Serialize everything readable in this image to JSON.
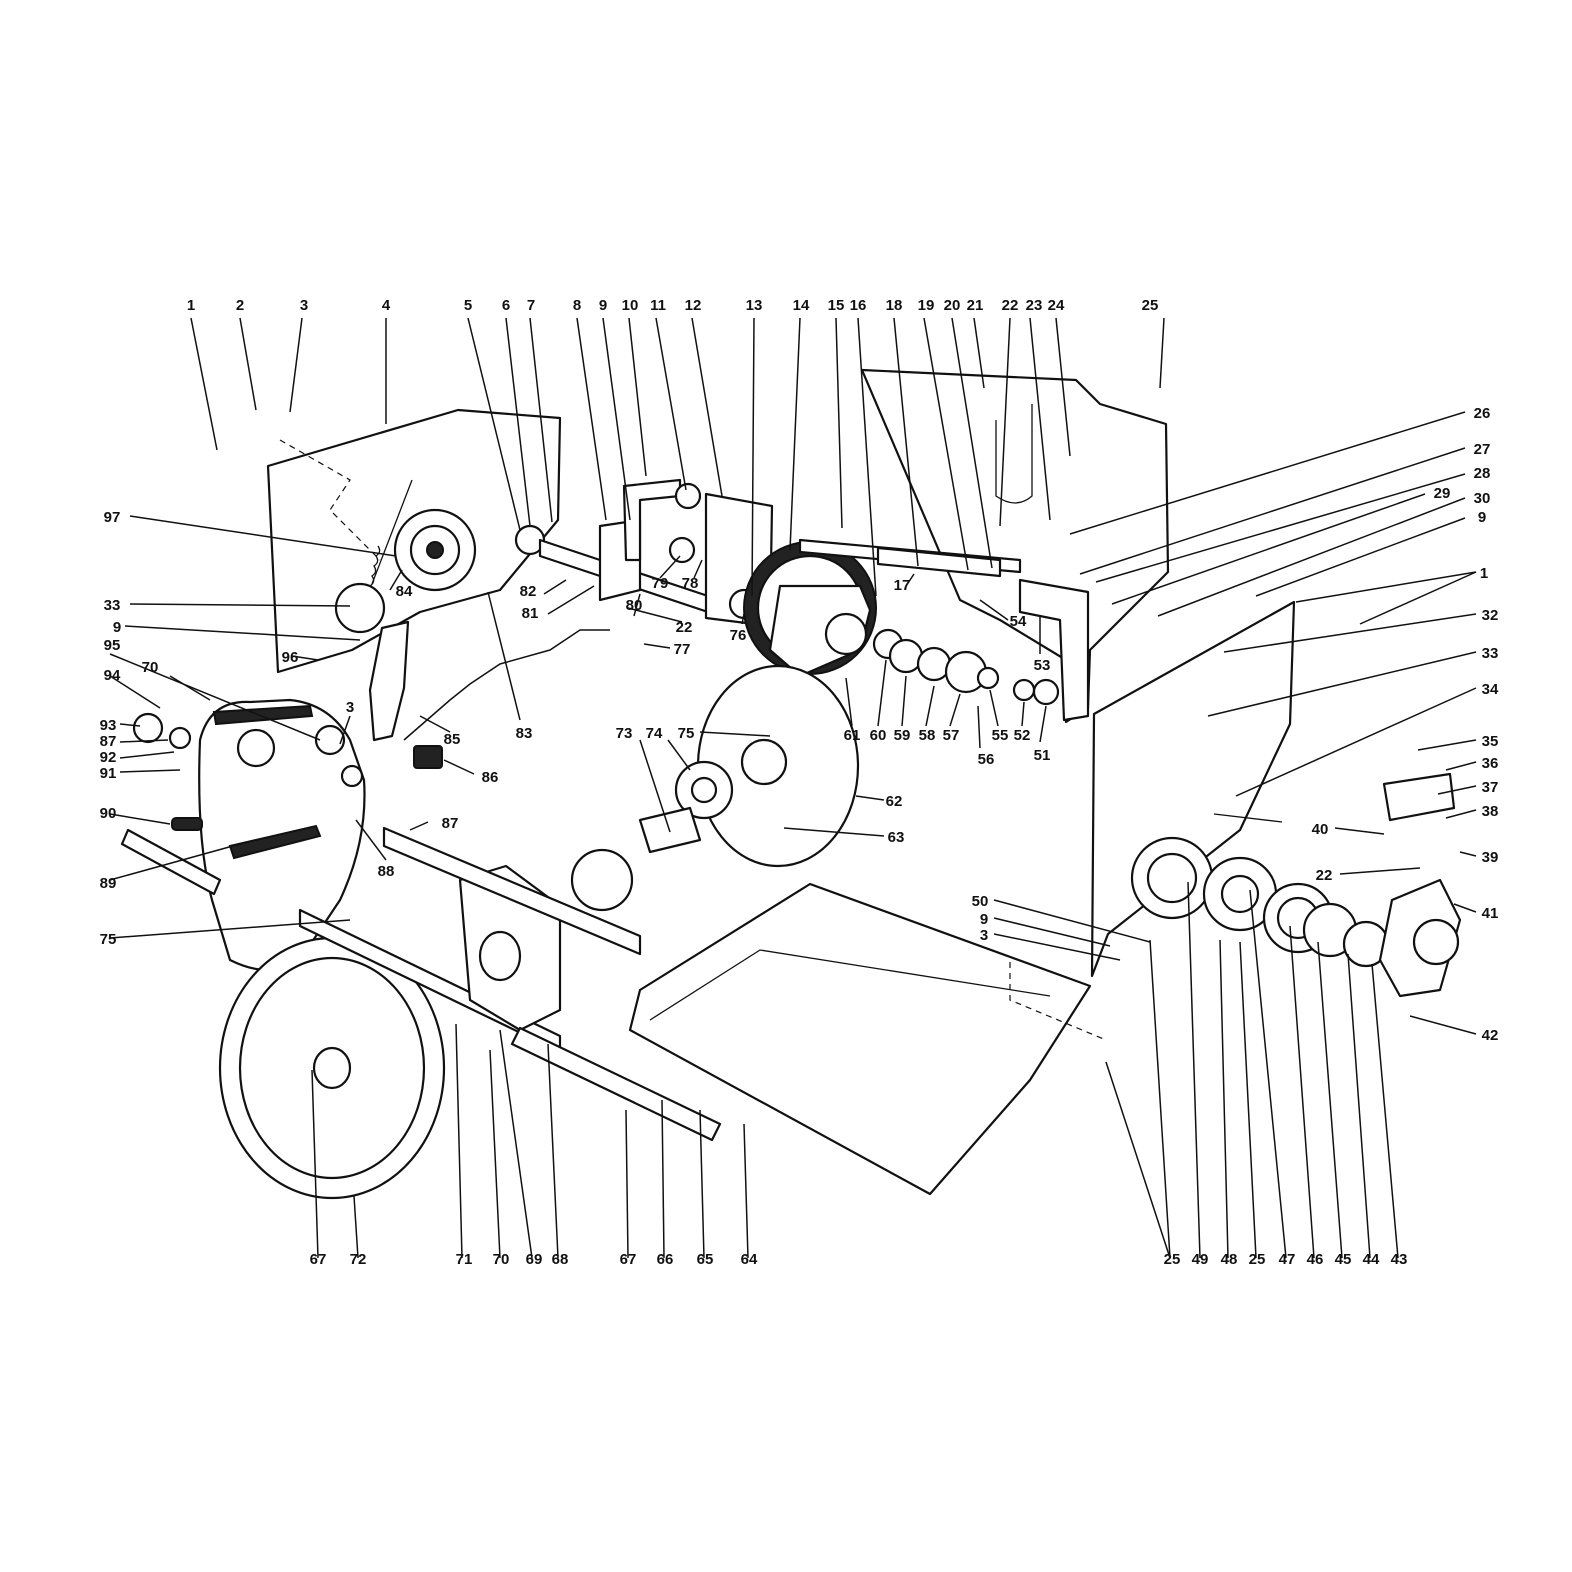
{
  "labels": [
    "1",
    "2",
    "3",
    "4",
    "5",
    "6",
    "7",
    "8",
    "9",
    "10",
    "11",
    "12",
    "13",
    "14",
    "15",
    "16",
    "18",
    "19",
    "20",
    "21",
    "22",
    "23",
    "24",
    "25",
    "26",
    "27",
    "28",
    "29",
    "30",
    "9",
    "97",
    "33",
    "9",
    "95",
    "94",
    "70",
    "93",
    "87",
    "92",
    "91",
    "90",
    "89",
    "75",
    "84",
    "82",
    "81",
    "80",
    "22",
    "79",
    "78",
    "76",
    "77",
    "83",
    "85",
    "86",
    "3",
    "96",
    "17",
    "54",
    "53",
    "61",
    "60",
    "59",
    "58",
    "57",
    "56",
    "55",
    "52",
    "51",
    "1",
    "32",
    "33",
    "34",
    "35",
    "36",
    "37",
    "38",
    "40",
    "39",
    "22",
    "41",
    "42",
    "73",
    "74",
    "75",
    "62",
    "63",
    "87",
    "88",
    "50",
    "9",
    "3",
    "67",
    "72",
    "71",
    "70",
    "69",
    "68",
    "67",
    "66",
    "65",
    "64",
    "25",
    "49",
    "48",
    "25",
    "47",
    "46",
    "45",
    "44",
    "43"
  ]
}
